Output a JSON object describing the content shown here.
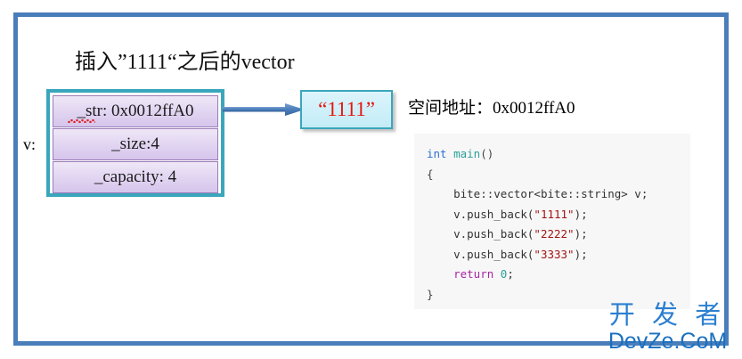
{
  "slide": {
    "title": "插入”1111“之后的vector",
    "frame_color": "#4a7ebb"
  },
  "diagram": {
    "variable_label": "v:",
    "vector_box": {
      "border_color": "#3aa6bc",
      "cells": [
        {
          "label": "_str: 0x0012ffA0",
          "has_spellcheck_underline": true
        },
        {
          "label": "_size:4",
          "has_spellcheck_underline": false
        },
        {
          "label": "_capacity: 4",
          "has_spellcheck_underline": false
        }
      ]
    },
    "arrow": {
      "name": "pointer-arrow",
      "color": "#4a7ebb"
    },
    "value_box": {
      "text": "“1111”",
      "text_color": "#e8150f",
      "border_color": "#3aa6bc",
      "fill_color": "#c9eef8"
    },
    "address_note": "空间地址：0x0012ffA0"
  },
  "code": {
    "background": "#f7f7f7",
    "lines": [
      {
        "indent": 0,
        "tokens": [
          {
            "t": "int",
            "c": "kw"
          },
          {
            "t": " ",
            "c": "punc"
          },
          {
            "t": "main",
            "c": "fn"
          },
          {
            "t": "()",
            "c": "punc"
          }
        ]
      },
      {
        "indent": 0,
        "tokens": [
          {
            "t": "{",
            "c": "punc"
          }
        ]
      },
      {
        "indent": 1,
        "tokens": [
          {
            "t": "bite::vector<bite::string> v;",
            "c": "type"
          }
        ]
      },
      {
        "indent": 1,
        "tokens": [
          {
            "t": "v.push_back(",
            "c": "type"
          },
          {
            "t": "\"1111\"",
            "c": "str"
          },
          {
            "t": ");",
            "c": "type"
          }
        ]
      },
      {
        "indent": 1,
        "tokens": [
          {
            "t": "v.push_back(",
            "c": "type"
          },
          {
            "t": "\"2222\"",
            "c": "str"
          },
          {
            "t": ");",
            "c": "type"
          }
        ]
      },
      {
        "indent": 1,
        "tokens": [
          {
            "t": "v.push_back(",
            "c": "type"
          },
          {
            "t": "\"3333\"",
            "c": "str"
          },
          {
            "t": ");",
            "c": "type"
          }
        ]
      },
      {
        "indent": 1,
        "tokens": [
          {
            "t": "return",
            "c": "ret"
          },
          {
            "t": " ",
            "c": "punc"
          },
          {
            "t": "0",
            "c": "num"
          },
          {
            "t": ";",
            "c": "type"
          }
        ]
      },
      {
        "indent": 0,
        "tokens": [
          {
            "t": "}",
            "c": "punc"
          }
        ]
      }
    ]
  },
  "watermark": {
    "cn": "开 发 者",
    "en": "DevZe.CoM",
    "color": "#1f6fc4"
  }
}
